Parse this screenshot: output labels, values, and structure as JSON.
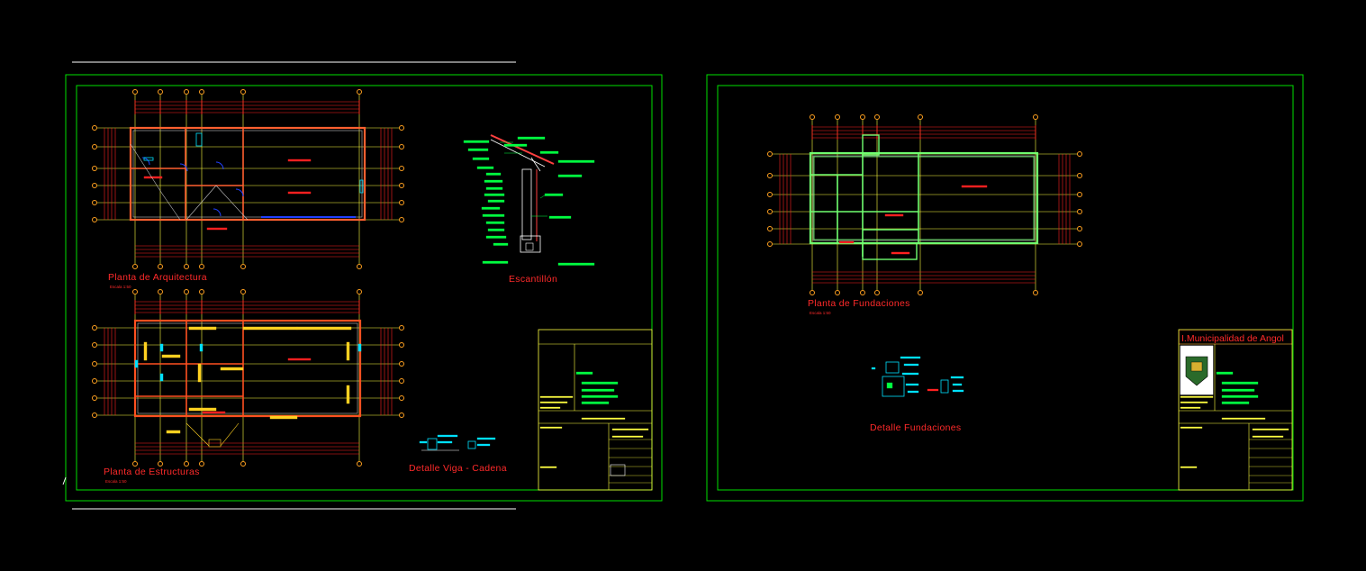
{
  "sheet_left": {
    "plan_arquitectura": {
      "title": "Planta de Arquitectura",
      "scale": "Escala 1:50"
    },
    "plan_estructuras": {
      "title": "Planta de Estructuras",
      "scale": "Escala 1:50"
    },
    "escantillon": {
      "title": "Escantillón"
    },
    "detalle_viga": {
      "title": "Detalle Viga - Cadena"
    }
  },
  "sheet_right": {
    "plan_fundaciones": {
      "title": "Planta de Fundaciones",
      "scale": "Escala 1:50"
    },
    "detalle_fundaciones": {
      "title": "Detalle Fundaciones"
    },
    "title_block": {
      "municipality": "I.Municipalidad de Angol"
    }
  },
  "colors": {
    "background": "#000000",
    "frame": "#00e000",
    "yellow_lines": "#ffff40",
    "red_dims": "#ff2020",
    "cyan": "#00e0ff",
    "blue": "#2040ff",
    "labels": "#ff2a2a",
    "white_lines": "#ffffff"
  }
}
